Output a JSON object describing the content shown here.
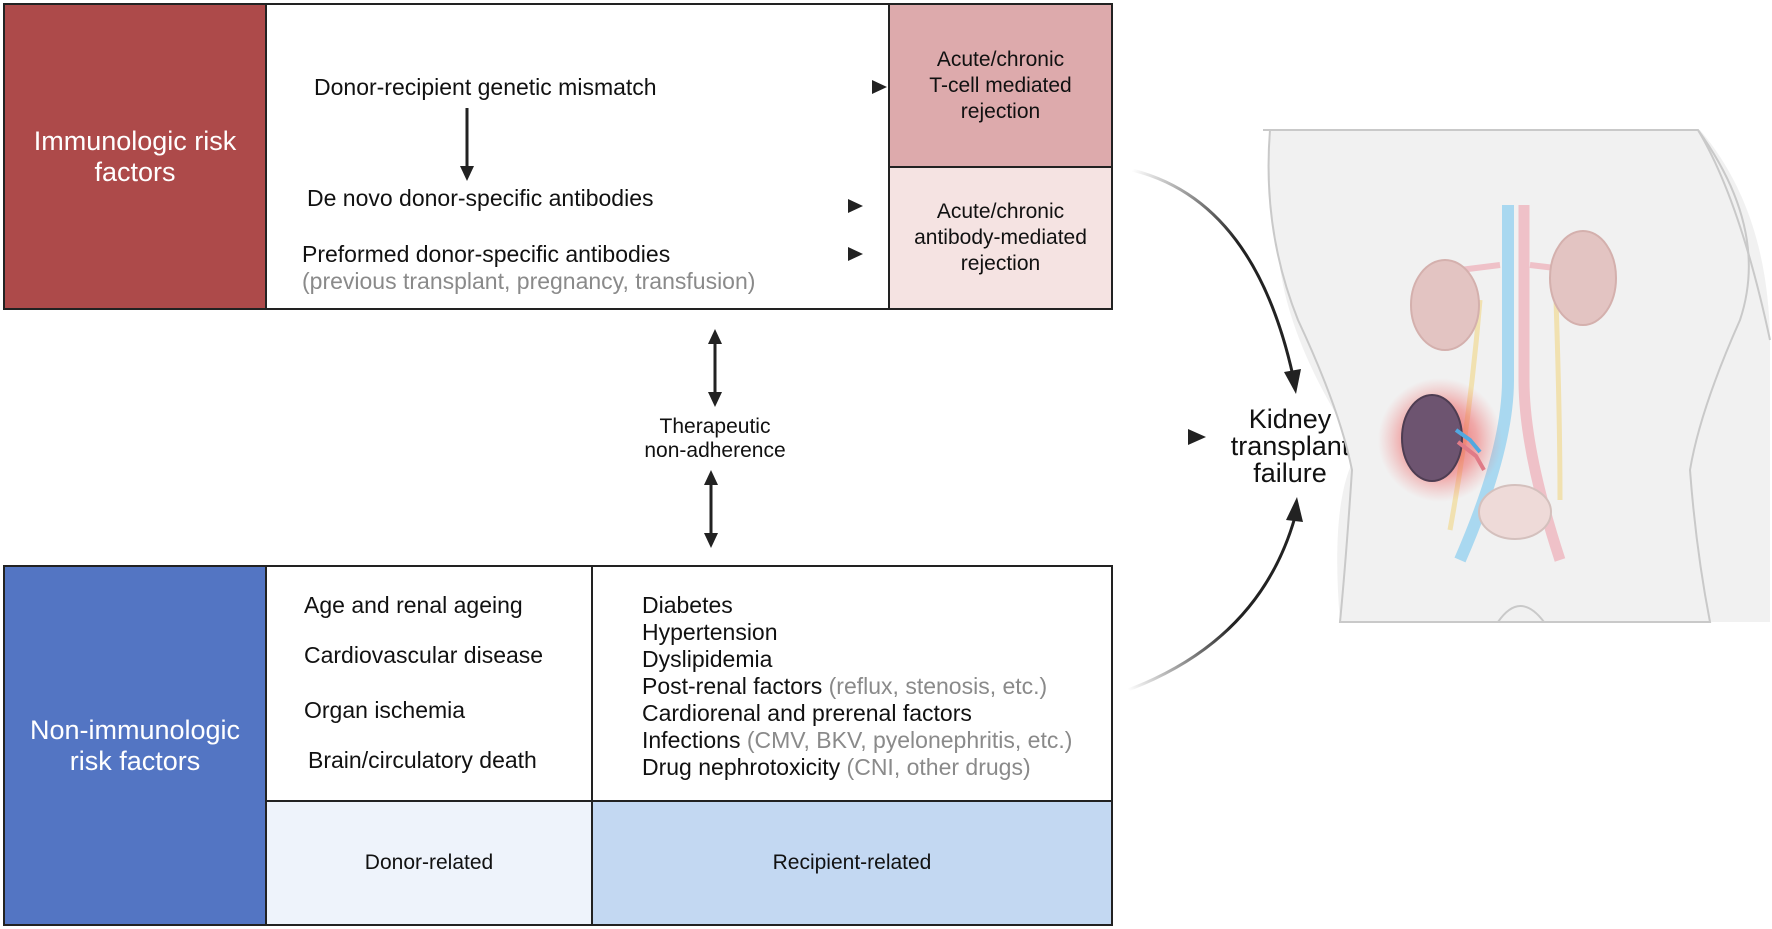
{
  "immunologic": {
    "category_label": "Immunologic risk factors",
    "items": {
      "genetic_mismatch": "Donor-recipient genetic mismatch",
      "de_novo_dsa": "De novo donor-specific antibodies",
      "preformed_dsa": "Preformed donor-specific antibodies",
      "preformed_dsa_note": "(previous transplant, pregnancy, transfusion)"
    },
    "rejections": {
      "tcell": [
        "Acute/chronic",
        "T-cell mediated",
        "rejection"
      ],
      "antibody": [
        "Acute/chronic",
        "antibody-mediated",
        "rejection"
      ]
    },
    "colors": {
      "category": "#ad4a4a",
      "tcell": "#ddaaac",
      "antibody": "#f5e3e2"
    }
  },
  "adherence": {
    "label": [
      "Therapeutic",
      "non-adherence"
    ]
  },
  "outcome": {
    "label": [
      "Kidney",
      "transplant",
      "failure"
    ]
  },
  "non_immunologic": {
    "category_label": "Non-immunologic risk factors",
    "donor_items": [
      "Age and renal ageing",
      "Cardiovascular disease",
      "Organ ischemia",
      "Brain/circulatory death"
    ],
    "recipient_items": [
      {
        "main": "Diabetes",
        "note": ""
      },
      {
        "main": "Hypertension",
        "note": ""
      },
      {
        "main": "Dyslipidemia",
        "note": ""
      },
      {
        "main": "Post-renal factors",
        "note": "(reflux, stenosis, etc.)"
      },
      {
        "main": "Cardiorenal and prerenal factors",
        "note": ""
      },
      {
        "main": "Infections",
        "note": "(CMV, BKV, pyelonephritis, etc.)"
      },
      {
        "main": "Drug nephrotoxicity",
        "note": "(CNI, other drugs)"
      }
    ],
    "donor_label": "Donor-related",
    "recipient_label": "Recipient-related",
    "colors": {
      "category": "#5375c3",
      "donor_band": "#eef3fb",
      "recipient_band": "#c3d8f2"
    }
  },
  "illustration": {
    "icons": [
      "torso-icon",
      "native-kidney-icon",
      "transplanted-kidney-icon",
      "bladder-icon"
    ]
  }
}
